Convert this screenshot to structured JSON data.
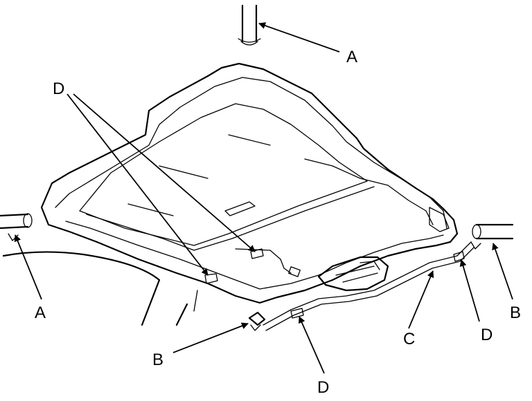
{
  "callouts": {
    "a_top": "A",
    "a_left": "A",
    "b_right": "B",
    "b_bottom": "B",
    "c": "C",
    "d_top": "D",
    "d_right": "D",
    "d_bottom": "D"
  }
}
